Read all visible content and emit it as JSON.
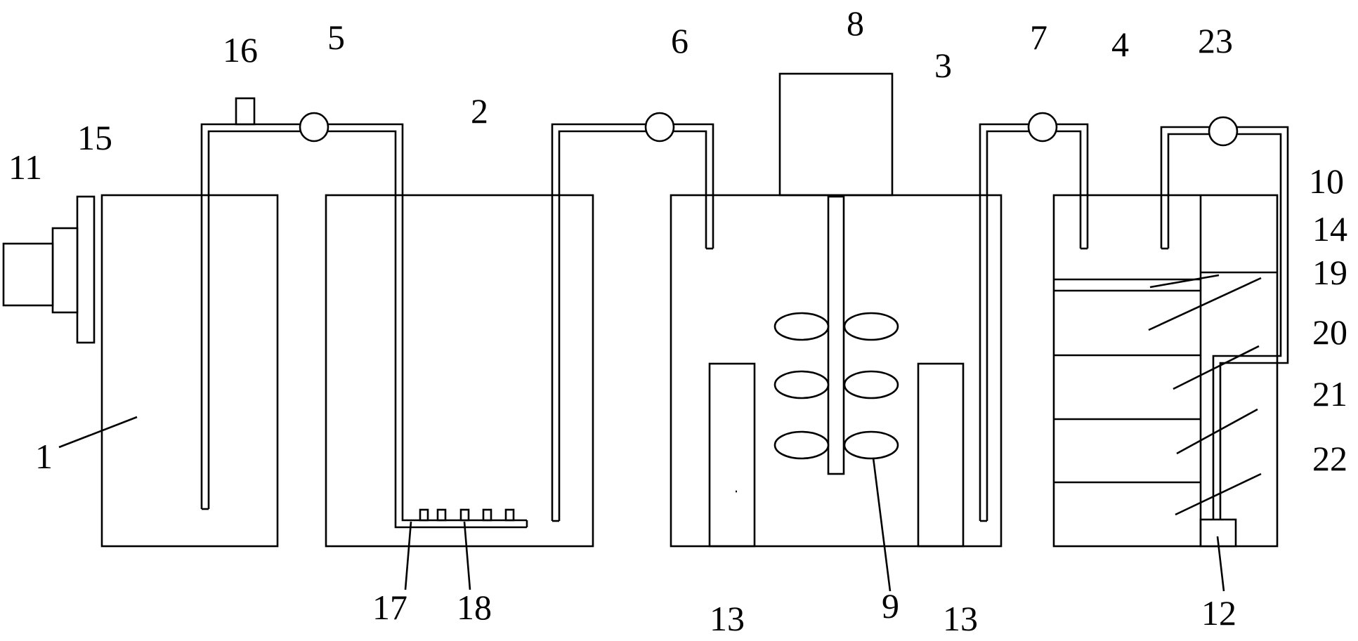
{
  "labels": {
    "l1": "1",
    "l2": "2",
    "l3": "3",
    "l4": "4",
    "l5": "5",
    "l6": "6",
    "l7": "7",
    "l8": "8",
    "l9": "9",
    "l10": "10",
    "l11": "11",
    "l12": "12",
    "l13a": "13",
    "l13b": "13",
    "l14": "14",
    "l15": "15",
    "l16": "16",
    "l17": "17",
    "l18": "18",
    "l19": "19",
    "l20": "20",
    "l21": "21",
    "l22": "22",
    "l23": "23"
  }
}
